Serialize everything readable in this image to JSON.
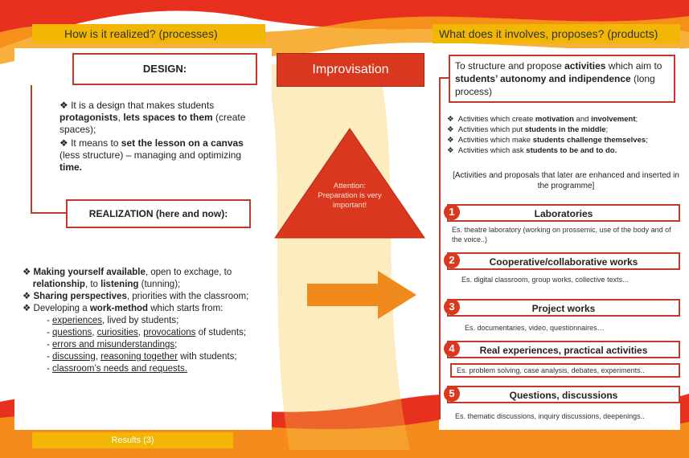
{
  "left": {
    "header": "How is it realized? (processes)",
    "design_title": "DESIGN:",
    "design_bullets": [
      {
        "pre": "It is a design that makes students ",
        "b1": "protagonists",
        "mid": ", ",
        "b2": "lets spaces to them",
        "post": " (create spaces);"
      },
      {
        "pre": "It means to ",
        "b1": "set the lesson on a canvas",
        "mid": " (less structure) – managing and optimizing ",
        "b2": "time.",
        "post": ""
      }
    ],
    "realization_title": "REALIZATION (here and now):",
    "bottom_bullets": {
      "b1_bold": "Making yourself available",
      "b1_rest": ", open to exchage, to",
      "b1_bold2": "relationship",
      "b1_rest2": ", to ",
      "b1_bold3": "listening",
      "b1_rest3": " (tunning);",
      "b2_bold": "Sharing perspectives",
      "b2_rest": ", priorities with the classroom;",
      "b3_pre": "Developing a ",
      "b3_bold": "work-method",
      "b3_rest": " which starts from:",
      "subs": [
        {
          "u1": "experiences",
          "rest": ", lived by students;"
        },
        {
          "u1": "questions",
          "sep1": ", ",
          "u2": "curiosities",
          "sep2": ", ",
          "u3": "provocations",
          "rest": " of students;"
        },
        {
          "u1": "errors and misunderstandings",
          "rest": ";"
        },
        {
          "u1": "discussing",
          "sep1": ", ",
          "u2": "reasoning together",
          "rest": " with students;"
        },
        {
          "u1": "classroom’s needs and requests.",
          "rest": ""
        }
      ]
    },
    "results_label": "Results (3)"
  },
  "center": {
    "improvisation": "Improvisation",
    "attention": "Attention: Preparation is very important!"
  },
  "right": {
    "header": "What does it involves, proposes? (products)",
    "intro": {
      "pre": "To structure and propose ",
      "b1": "activities",
      "mid": " which aim to ",
      "b2": "students’ autonomy and indipendence",
      "post": " (long process)"
    },
    "acts": [
      {
        "pre": "Activities which create ",
        "b1": "motivation",
        "mid": " and ",
        "b2": "involvement",
        "post": ";"
      },
      {
        "pre": "Activities which put ",
        "b1": "students in the middle",
        "mid": "",
        "b2": "",
        "post": ";"
      },
      {
        "pre": "Activities which make ",
        "b1": "students challenge themselves",
        "mid": "",
        "b2": "",
        "post": ";"
      },
      {
        "pre": "Activities which ask ",
        "b1": "students to be and to do.",
        "mid": "",
        "b2": "",
        "post": ""
      }
    ],
    "note": "[Activities and proposals that later are enhanced and inserted in the programme]",
    "categories": [
      {
        "num": "1",
        "title": "Laboratories",
        "example": "Es. theatre laboratory (working on prossemic, use of the body and of the voice..)"
      },
      {
        "num": "2",
        "title": "Cooperative/collaborative works",
        "example": "Es. digital classroom, group works, collective texts..."
      },
      {
        "num": "3",
        "title": "Project works",
        "example": "Es. documentaries, video, questionnaires…"
      },
      {
        "num": "4",
        "title": "Real experiences, practical activities",
        "example": "Es. problem solving, case analysis, debates, experiments.."
      },
      {
        "num": "5",
        "title": "Questions, discussions",
        "example": "Es. thematic discussions, inquiry discussions, deepenings.."
      }
    ]
  },
  "colors": {
    "accent_red": "#c0392b",
    "header_yellow": "#f2b705",
    "triangle_red": "#d9381e",
    "arrow_orange": "#f08a1c"
  }
}
